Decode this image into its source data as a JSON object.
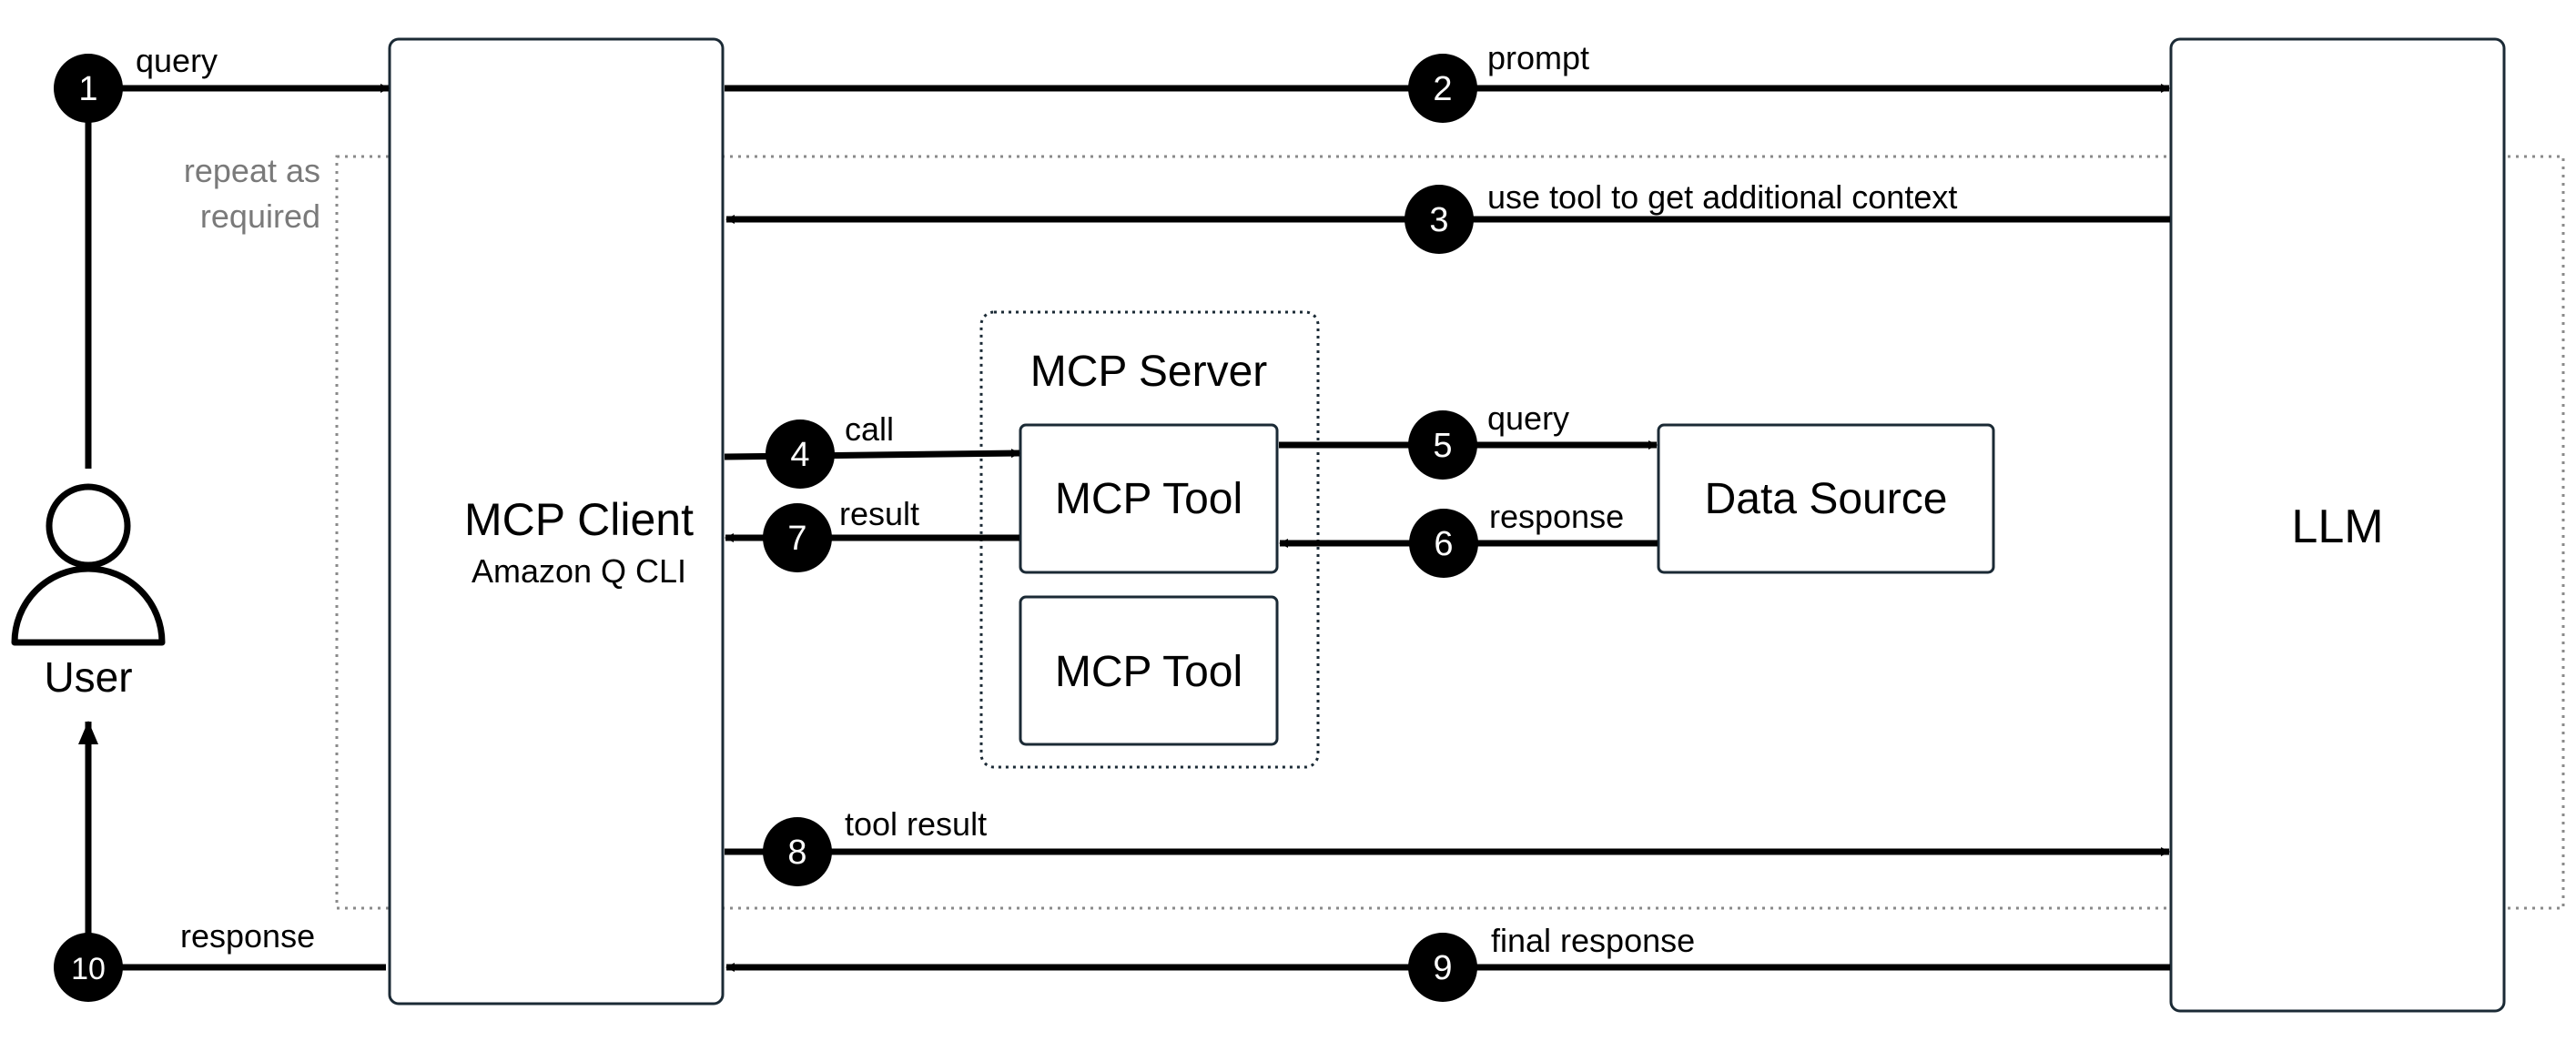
{
  "colors": {
    "ink": "#000000",
    "box_stroke": "#1b2a35",
    "repeat_border": "#8a8a8a",
    "repeat_text": "#7a7a7a",
    "background": "#ffffff"
  },
  "actors": {
    "user": {
      "icon": "user-icon",
      "label": "User"
    },
    "mcp_client": {
      "title": "MCP Client",
      "subtitle": "Amazon Q CLI"
    },
    "llm": {
      "label": "LLM"
    },
    "mcp_server": {
      "title": "MCP Server",
      "tool1": "MCP Tool",
      "tool2": "MCP Tool"
    },
    "data_source": {
      "label": "Data Source"
    }
  },
  "repeat_region": {
    "line1": "repeat as",
    "line2": "required"
  },
  "steps": [
    {
      "num": "1",
      "label": "query"
    },
    {
      "num": "2",
      "label": "prompt"
    },
    {
      "num": "3",
      "label": "use tool to get additional context"
    },
    {
      "num": "4",
      "label": "call"
    },
    {
      "num": "5",
      "label": "query"
    },
    {
      "num": "6",
      "label": "response"
    },
    {
      "num": "7",
      "label": "result"
    },
    {
      "num": "8",
      "label": "tool result"
    },
    {
      "num": "9",
      "label": "final response"
    },
    {
      "num": "10",
      "label": "response"
    }
  ]
}
